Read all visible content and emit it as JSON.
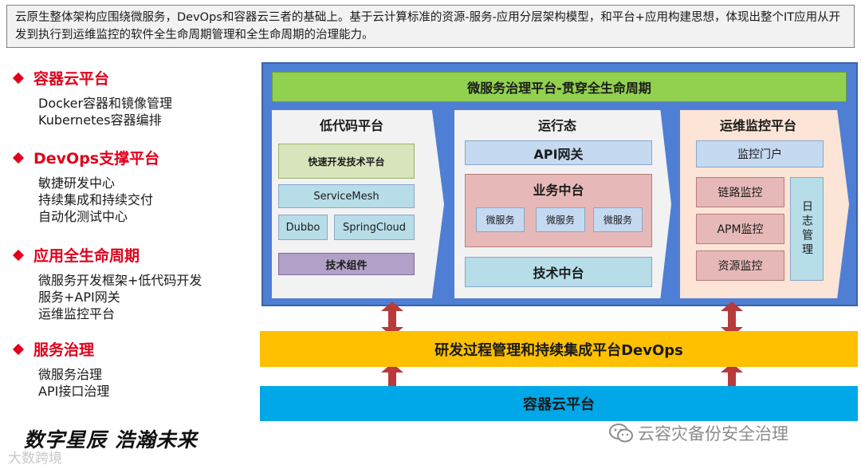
{
  "intro": {
    "text": "云原生整体架构应围绕微服务，DevOps和容器云三者的基础上。基于云计算标准的资源-服务-应用分层架构模型，和平台+应用构建思想，体现出整个IT应用从开发到执行到运维监控的软件全生命周期管理和全生命周期的治理能力。"
  },
  "sections": [
    {
      "title": "容器云平台",
      "items": [
        "Docker容器和镜像管理",
        "Kubernetes容器编排"
      ]
    },
    {
      "title": "DevOps支撑平台",
      "items": [
        "敏捷研发中心",
        "持续集成和持续交付",
        "自动化测试中心"
      ]
    },
    {
      "title": "应用全生命周期",
      "items": [
        "微服务开发框架+低代码开发",
        "服务+API网关",
        "运维监控平台"
      ]
    },
    {
      "title": "服务治理",
      "items": [
        "微服务治理",
        "API接口治理"
      ]
    }
  ],
  "diagram": {
    "top_bar": "微服务治理平台-贯穿全生命周期",
    "lowcode": {
      "title": "低代码平台",
      "fast_dev": "快速开发技术平台",
      "service_mesh": "ServiceMesh",
      "dubbo": "Dubbo",
      "springcloud": "SpringCloud",
      "tech_components": "技术组件"
    },
    "runtime": {
      "title": "运行态",
      "api_gateway": "API网关",
      "business_center": "业务中台",
      "microservices": [
        "微服务",
        "微服务",
        "微服务"
      ],
      "tech_center": "技术中台"
    },
    "ops": {
      "title": "运维监控平台",
      "portal": "监控门户",
      "trace": "链路监控",
      "apm": "APM监控",
      "resource": "资源监控",
      "log": "日志管理"
    },
    "devops_bar": "研发过程管理和持续集成平台DevOps",
    "cloud_bar": "容器云平台"
  },
  "footer": {
    "slogan": "数字星辰  浩瀚未来",
    "wechat_label": "云容灾备份安全治理",
    "left_watermark": "大数跨境"
  },
  "colors": {
    "accent_red": "#e0001b",
    "frame_blue": "#4f7fd4",
    "micro_green": "#92d050",
    "devops_yellow": "#ffc000",
    "cloud_blue": "#00a8e8",
    "ops_peach": "#fce4d6",
    "box_lightblue": "#b7dde8",
    "box_pink": "#e6b9b8",
    "box_lightgreen": "#d8e4bc",
    "box_purple": "#b2a1c7",
    "box_blue": "#c5d9f1",
    "arrow_red": "#b83a3a"
  }
}
